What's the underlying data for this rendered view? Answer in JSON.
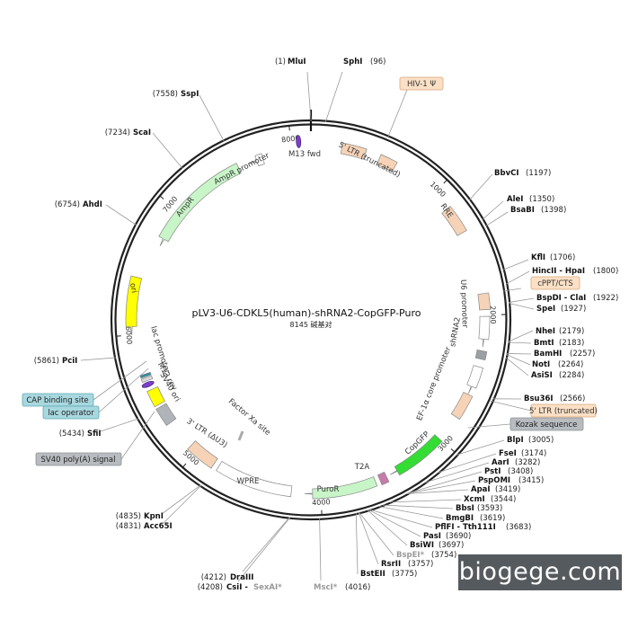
{
  "plasmid": {
    "name": "pLV3-U6-CDKL5(human)-shRNA2-CopGFP-Puro",
    "size_label": "8145 碱基对",
    "total_bp": 8145
  },
  "ticks": [
    {
      "bp": 1000,
      "label": "1000"
    },
    {
      "bp": 2000,
      "label": "2000"
    },
    {
      "bp": 3000,
      "label": "3000"
    },
    {
      "bp": 4000,
      "label": "4000"
    },
    {
      "bp": 5000,
      "label": "5000"
    },
    {
      "bp": 6000,
      "label": "6000"
    },
    {
      "bp": 7000,
      "label": "7000"
    },
    {
      "bp": 8000,
      "label": "8000"
    }
  ],
  "features": [
    {
      "id": "m13fwd",
      "label": "M13 fwd",
      "type": "primer",
      "start": 8010,
      "end": 8100,
      "color": "#7a3fc7"
    },
    {
      "id": "ltr5",
      "label": "5' LTR (truncated)",
      "type": "box",
      "start": 230,
      "end": 410,
      "color": "#f6d3b7"
    },
    {
      "id": "hiv",
      "label": "",
      "type": "box",
      "start": 520,
      "end": 650,
      "color": "#f6d3b7"
    },
    {
      "id": "rre",
      "label": "RRE",
      "type": "box",
      "start": 1150,
      "end": 1360,
      "color": "#f6d3b7"
    },
    {
      "id": "cppt",
      "label": "",
      "type": "box",
      "start": 1840,
      "end": 1960,
      "color": "#f6d3b7"
    },
    {
      "id": "u6",
      "label": "U6 promoter",
      "type": "arrow",
      "start": 2010,
      "end": 2240,
      "color": "#ffffff"
    },
    {
      "id": "shrna",
      "label": "shRNA2",
      "type": "box",
      "start": 2268,
      "end": 2330,
      "color": "#9aa0a5"
    },
    {
      "id": "ef1a",
      "label": "EF-1α core promoter",
      "type": "arrow",
      "start": 2390,
      "end": 2605,
      "color": "#ffffff"
    },
    {
      "id": "ltr5b",
      "label": "",
      "type": "box",
      "start": 2610,
      "end": 2800,
      "color": "#f6d3b7"
    },
    {
      "id": "copgfp",
      "label": "CopGFP",
      "type": "arrow",
      "start": 3005,
      "end": 3460,
      "color": "#33dd33"
    },
    {
      "id": "t2a",
      "label": "T2A",
      "type": "box",
      "start": 3490,
      "end": 3545,
      "color": "#c77ba8"
    },
    {
      "id": "puror",
      "label": "PuroR",
      "type": "arrow",
      "start": 3580,
      "end": 4120,
      "color": "#c8f5c8"
    },
    {
      "id": "wpre",
      "label": "WPRE",
      "type": "box",
      "start": 4220,
      "end": 4800,
      "color": "#ffffff"
    },
    {
      "id": "ltr3",
      "label": "3' LTR (ΔU3)",
      "type": "box",
      "start": 4840,
      "end": 5060,
      "color": "#f6d3b7"
    },
    {
      "id": "sv40ori",
      "label": "SV40 ori",
      "type": "box",
      "start": 5290,
      "end": 5430,
      "color": "#b0b4b8"
    },
    {
      "id": "sv40pa",
      "label": "",
      "type": "box",
      "start": 5450,
      "end": 5575,
      "color": "#ffff00"
    },
    {
      "id": "m13rev",
      "label": "M13 rev",
      "type": "primer",
      "start": 5600,
      "end": 5640,
      "color": "#7a3fc7"
    },
    {
      "id": "lacop",
      "label": "",
      "type": "box",
      "start": 5648,
      "end": 5672,
      "color": "#dddddd"
    },
    {
      "id": "cap",
      "label": "",
      "type": "box",
      "start": 5680,
      "end": 5700,
      "color": "#2f8f9d"
    },
    {
      "id": "lacprom",
      "label": "lac promoter",
      "type": "label",
      "start": 5705,
      "end": 5735,
      "color": "#ffffff"
    },
    {
      "id": "ori",
      "label": "ori",
      "type": "arrow",
      "start": 6420,
      "end": 6000,
      "color": "#ffff00"
    },
    {
      "id": "ampr",
      "label": "AmpR",
      "type": "arrow",
      "start": 7570,
      "end": 6700,
      "color": "#c8f5c8"
    },
    {
      "id": "amprprom",
      "label": "AmpR promoter",
      "type": "arrow",
      "start": 7770,
      "end": 7660,
      "color": "#ffffff"
    },
    {
      "id": "factorxa",
      "label": "Factor Xa site",
      "type": "free",
      "color": "#aaaaaa"
    }
  ],
  "callouts": [
    {
      "id": "hiv-psi",
      "label": "HIV-1 Ψ",
      "style": "peach"
    },
    {
      "id": "cppt-cts",
      "label": "cPPT/CTS",
      "style": "peach"
    },
    {
      "id": "ltr5-trunc",
      "label": "5' LTR (truncated)",
      "style": "peach"
    },
    {
      "id": "kozak",
      "label": "Kozak sequence",
      "style": "gray"
    },
    {
      "id": "cap-site",
      "label": "CAP binding site",
      "style": "teal"
    },
    {
      "id": "lac-op",
      "label": "lac operator",
      "style": "teal"
    },
    {
      "id": "sv40-pa",
      "label": "SV40 poly(A) signal",
      "style": "gray"
    }
  ],
  "sites": [
    {
      "id": "mlui",
      "pos": "(1)",
      "name": "MluI"
    },
    {
      "id": "sphi",
      "pos": "(96)",
      "name": "SphI"
    },
    {
      "id": "bbvci",
      "pos": "(1197)",
      "name": "BbvCI"
    },
    {
      "id": "alei",
      "pos": "(1350)",
      "name": "AleI"
    },
    {
      "id": "bsabi",
      "pos": "(1398)",
      "name": "BsaBI"
    },
    {
      "id": "kfli",
      "pos": "(1706)",
      "name": "KflI"
    },
    {
      "id": "hincii",
      "pos": "(1800)",
      "name": "HincII - HpaI"
    },
    {
      "id": "bspdi",
      "pos": "(1922)",
      "name": "BspDI - ClaI"
    },
    {
      "id": "spei",
      "pos": "(1927)",
      "name": "SpeI"
    },
    {
      "id": "nhei",
      "pos": "(2179)",
      "name": "NheI"
    },
    {
      "id": "bmti",
      "pos": "(2183)",
      "name": "BmtI"
    },
    {
      "id": "bamhi",
      "pos": "(2257)",
      "name": "BamHI"
    },
    {
      "id": "noti",
      "pos": "(2264)",
      "name": "NotI"
    },
    {
      "id": "asisi",
      "pos": "(2284)",
      "name": "AsiSI"
    },
    {
      "id": "bsu36i",
      "pos": "(2566)",
      "name": "Bsu36I"
    },
    {
      "id": "blpi",
      "pos": "(3005)",
      "name": "BlpI"
    },
    {
      "id": "fsei",
      "pos": "(3174)",
      "name": "FseI"
    },
    {
      "id": "aari",
      "pos": "(3282)",
      "name": "AarI"
    },
    {
      "id": "psti",
      "pos": "(3408)",
      "name": "PstI"
    },
    {
      "id": "pspomi",
      "pos": "(3415)",
      "name": "PspOMI"
    },
    {
      "id": "apai",
      "pos": "(3419)",
      "name": "ApaI"
    },
    {
      "id": "xcmi",
      "pos": "(3544)",
      "name": "XcmI"
    },
    {
      "id": "bbsi",
      "pos": "(3593)",
      "name": "BbsI"
    },
    {
      "id": "bmgbi",
      "pos": "(3619)",
      "name": "BmgBI"
    },
    {
      "id": "pflfi",
      "pos": "(3683)",
      "name": "PflFI - Tth111I"
    },
    {
      "id": "pasi",
      "pos": "(3690)",
      "name": "PasI"
    },
    {
      "id": "bsiwi",
      "pos": "(3697)",
      "name": "BsiWI"
    },
    {
      "id": "bspei",
      "pos": "(3754)",
      "name": "BspEI*"
    },
    {
      "id": "rsrii",
      "pos": "(3757)",
      "name": "RsrII"
    },
    {
      "id": "bsteii",
      "pos": "(3775)",
      "name": "BstEII"
    },
    {
      "id": "msci",
      "pos": "(4016)",
      "name": "MscI*"
    },
    {
      "id": "draiii",
      "pos": "(4212)",
      "name": "DraIII"
    },
    {
      "id": "csii",
      "pos": "(4208)",
      "name": "CsiI - ",
      "name2": "SexAI*"
    },
    {
      "id": "kpni",
      "pos": "(4835)",
      "name": "KpnI"
    },
    {
      "id": "acc65i",
      "pos": "(4831)",
      "name": "Acc65I"
    },
    {
      "id": "sfii",
      "pos": "(5434)",
      "name": "SfiI"
    },
    {
      "id": "pcii",
      "pos": "(5861)",
      "name": "PciI"
    },
    {
      "id": "ahdi",
      "pos": "(6754)",
      "name": "AhdI"
    },
    {
      "id": "scai",
      "pos": "(7234)",
      "name": "ScaI"
    },
    {
      "id": "sspi",
      "pos": "(7558)",
      "name": "SspI"
    }
  ],
  "watermark": "biogege.com"
}
